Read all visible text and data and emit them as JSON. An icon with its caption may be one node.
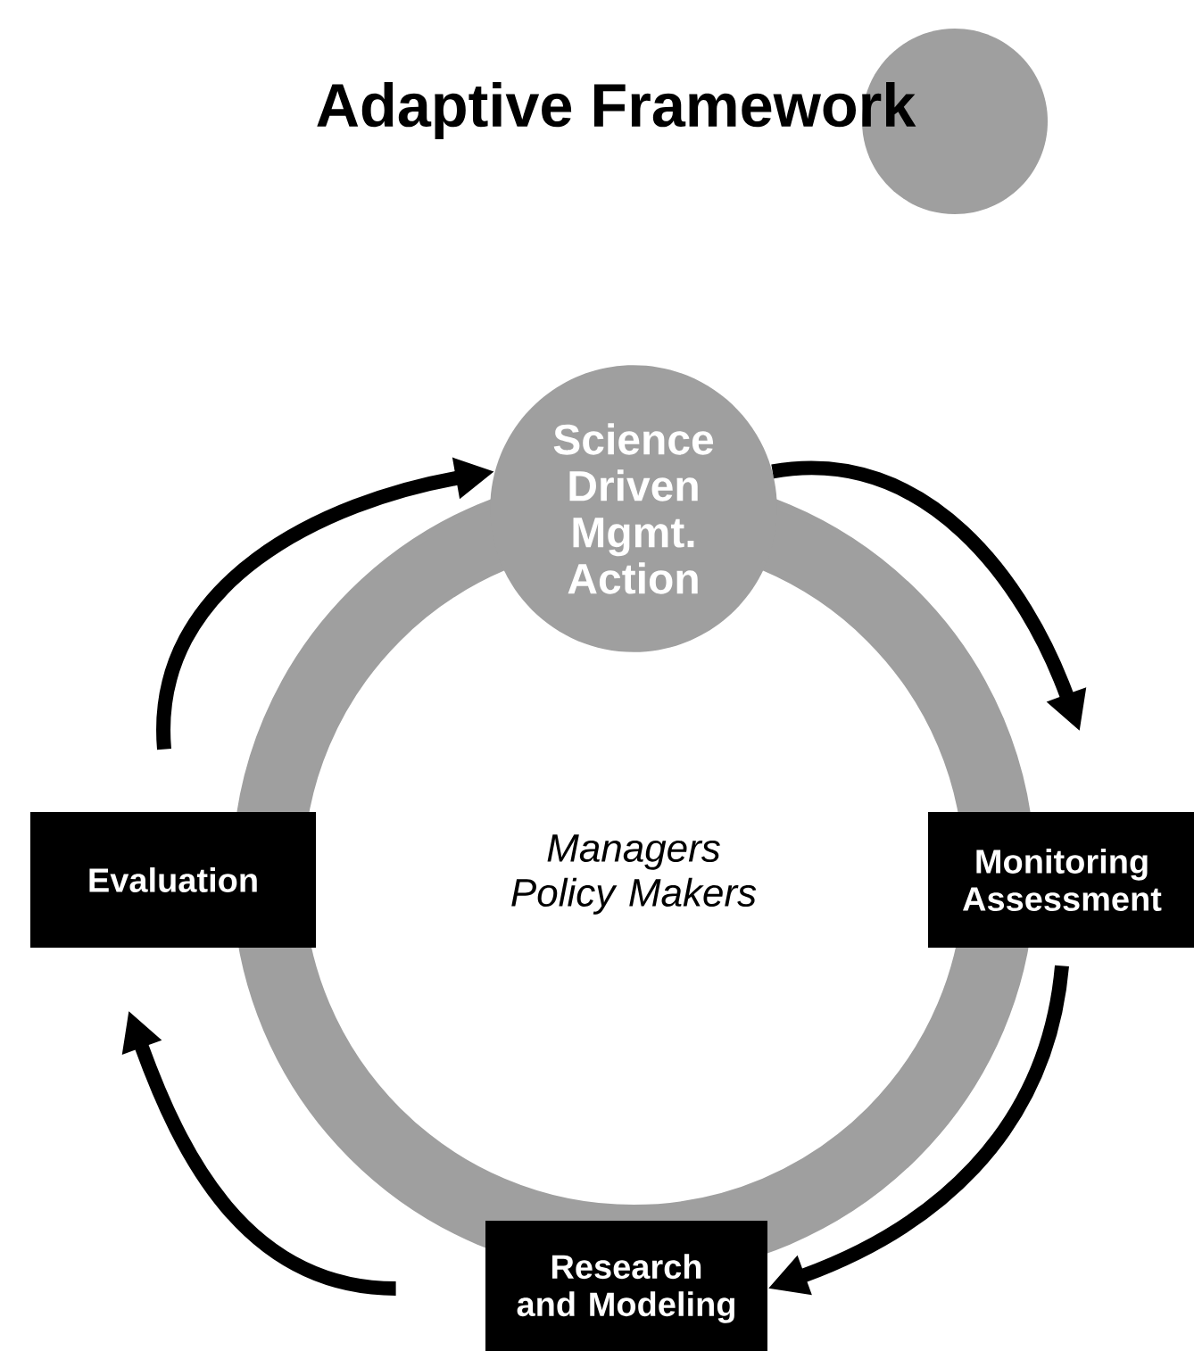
{
  "diagram": {
    "title": "Adaptive Framework",
    "nodes": [
      {
        "text": [
          "Science Driven Mgmt. Action"
        ]
      },
      {
        "text": [
          "Monitoring Assessment"
        ]
      },
      {
        "text": [
          "Research and Modeling"
        ]
      },
      {
        "text": [
          "Evaluation"
        ]
      }
    ],
    "edges": [
      {
        "from": 0,
        "to": 1,
        "arrow": "to"
      },
      {
        "from": 1,
        "to": 2,
        "arrow": "to"
      },
      {
        "from": 2,
        "to": 3,
        "arrow": "to"
      },
      {
        "from": 3,
        "to": 0,
        "arrow": "to"
      }
    ],
    "labels": [
      "Managers Policy Makers"
    ]
  }
}
